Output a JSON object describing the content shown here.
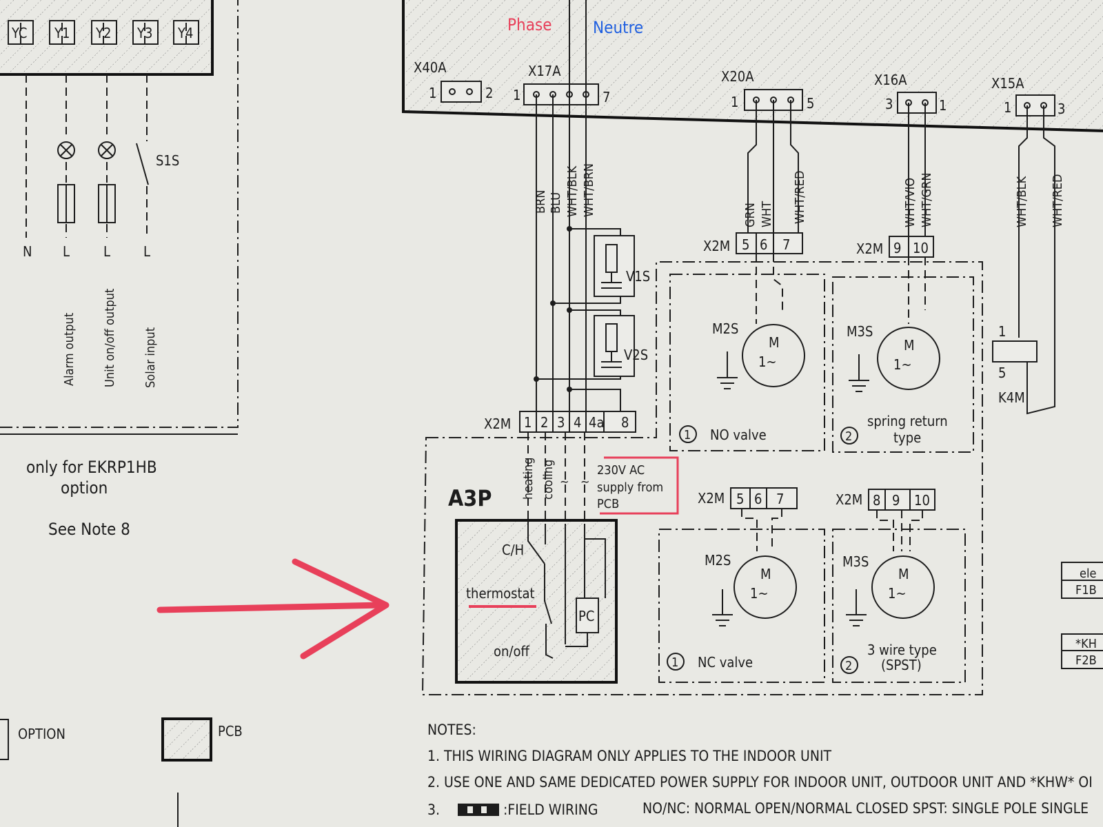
{
  "header_labels": {
    "phase": "Phase",
    "neutre": "Neutre"
  },
  "top_left_terminals": [
    "YC",
    "Y1",
    "Y2",
    "Y3",
    "Y4"
  ],
  "left_lines": [
    "N",
    "L",
    "L",
    "L"
  ],
  "left_switch": "S1S",
  "left_outputs": [
    "Alarm output",
    "Unit on/off output",
    "Solar input"
  ],
  "option_note": {
    "line1": "only for EKRP1HB",
    "line2": "option",
    "line3": "See Note 8"
  },
  "connectors": {
    "x40a": {
      "name": "X40A",
      "left": "1",
      "right": "2"
    },
    "x17a": {
      "name": "X17A",
      "left": "1",
      "right": "7"
    },
    "x20a": {
      "name": "X20A",
      "left": "1",
      "right": "5"
    },
    "x16a": {
      "name": "X16A",
      "left": "3",
      "right": "1"
    },
    "x15a": {
      "name": "X15A",
      "left": "1",
      "right": "3"
    }
  },
  "wires_x17a": [
    "BRN",
    "BLU",
    "WHT/BLK",
    "WHT/BRN"
  ],
  "wires_x20a": [
    "GRN",
    "WHT",
    "WHT/RED"
  ],
  "wires_x16a": [
    "WHT/VIO",
    "WHT/GRN"
  ],
  "wires_x15a": [
    "WHT/BLK",
    "WHT/RED"
  ],
  "x2m_label": "X2M",
  "x2m_main_terminals": [
    "1",
    "2",
    "3",
    "4",
    "4a",
    "8"
  ],
  "x2m_567": [
    "5",
    "6",
    "7"
  ],
  "x2m_910": [
    "9",
    "10"
  ],
  "x2m_8910": [
    "8",
    "9",
    "10"
  ],
  "varistors": [
    "V1S",
    "V2S"
  ],
  "relay": {
    "name": "K4M",
    "pin1": "1",
    "pin5": "5"
  },
  "motor": {
    "symbol": "M",
    "phase": "1~"
  },
  "valves": {
    "no_valve": {
      "motor": "M2S",
      "num": "1",
      "label": "NO valve"
    },
    "spring_return": {
      "motor": "M3S",
      "num": "2",
      "line1": "spring return",
      "line2": "type"
    },
    "nc_valve": {
      "motor": "M2S",
      "num": "1",
      "label": "NC valve"
    },
    "three_wire": {
      "motor": "M3S",
      "num": "2",
      "line1": "3 wire type",
      "line2": "(SPST)"
    }
  },
  "a3p": {
    "label": "A3P",
    "terminal_labels": [
      "heating",
      "cooling",
      "~",
      "~"
    ],
    "callout": [
      "230V AC",
      "supply from",
      "PCB"
    ],
    "ch": "C/H",
    "thermostat": "thermostat",
    "onoff": "on/off",
    "pc": "PC"
  },
  "legend": {
    "option": "OPTION",
    "pcb": "PCB"
  },
  "right_edge": [
    "ele",
    "F1B",
    "*KH",
    "F2B"
  ],
  "notes": {
    "title": "NOTES:",
    "n1": "1. THIS WIRING DIAGRAM ONLY APPLIES TO THE INDOOR UNIT",
    "n2": "2. USE ONE AND SAME DEDICATED POWER SUPPLY FOR INDOOR UNIT, OUTDOOR UNIT AND *KHW* OI",
    "n3_num": "3.",
    "n3_field": ":FIELD WIRING",
    "n3_rest": "NO/NC: NORMAL OPEN/NORMAL CLOSED  SPST: SINGLE POLE SINGLE"
  },
  "colors": {
    "annotation_red": "#e8405a",
    "neutre_blue": "#1f5fe0",
    "ink": "#1c1c1c",
    "paper": "#e9e9e4"
  }
}
